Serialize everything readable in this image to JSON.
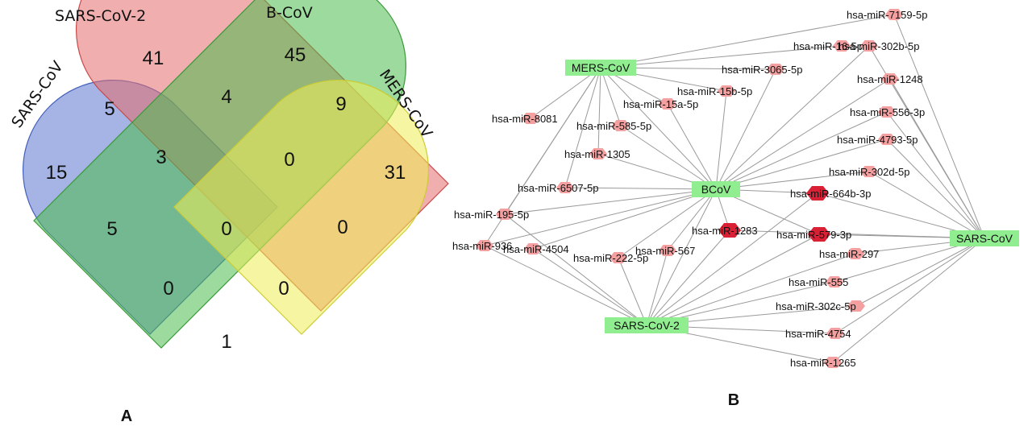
{
  "panel_a": {
    "label": "A",
    "sets": [
      {
        "name": "SARS-CoV",
        "color": "#5b76cf"
      },
      {
        "name": "SARS-CoV-2",
        "color": "#e36b6b"
      },
      {
        "name": "B-CoV",
        "color": "#4dbb4d"
      },
      {
        "name": "MERS-CoV",
        "color": "#efef55"
      }
    ],
    "counts": {
      "sars_only": "15",
      "sars2_only": "41",
      "bcov_only": "45",
      "mers_only": "31",
      "sars_sars2": "5",
      "sars2_bcov": "4",
      "bcov_mers": "9",
      "sars_sars2_bcov": "3",
      "sars2_bcov_mers": "0",
      "sars_bcov": "5",
      "all_four": "0",
      "sars2_mers": "0",
      "sars_bcov_mers": "0",
      "sars_sars2_mers": "0",
      "sars_mers": "1"
    }
  },
  "panel_b": {
    "label": "B",
    "hub_color": "#90ee90",
    "node_color": "#f4a0a0",
    "node_dark_color": "#d92035",
    "hubs": [
      "MERS-CoV",
      "BCoV",
      "SARS-CoV",
      "SARS-CoV-2"
    ],
    "mirnas": [
      "hsa-miR-7159-5p",
      "hsa-miR-16-5p",
      "hsa-miR-302b-5p",
      "hsa-miR-3065-5p",
      "hsa-miR-15b-5p",
      "hsa-miR-1248",
      "hsa-miR-15a-5p",
      "hsa-miR-8081",
      "hsa-miR-585-5p",
      "hsa-miR-556-3p",
      "hsa-miR-4793-5p",
      "hsa-miR-1305",
      "hsa-miR-302d-5p",
      "hsa-miR-6507-5p",
      "hsa-miR-664b-3p",
      "hsa-miR-195-5p",
      "hsa-miR-1283",
      "hsa-miR-579-3p",
      "hsa-miR-936",
      "hsa-miR-4504",
      "hsa-miR-567",
      "hsa-miR-222-5p",
      "hsa-miR-297",
      "hsa-miR-555",
      "hsa-miR-302c-5p",
      "hsa-miR-4754",
      "hsa-miR-1265"
    ],
    "dark_nodes": [
      "hsa-miR-664b-3p",
      "hsa-miR-1283",
      "hsa-miR-579-3p"
    ],
    "edges": [
      [
        "MERS-CoV",
        "hsa-miR-7159-5p"
      ],
      [
        "MERS-CoV",
        "hsa-miR-16-5p"
      ],
      [
        "MERS-CoV",
        "hsa-miR-3065-5p"
      ],
      [
        "MERS-CoV",
        "hsa-miR-15b-5p"
      ],
      [
        "MERS-CoV",
        "hsa-miR-15a-5p"
      ],
      [
        "MERS-CoV",
        "hsa-miR-585-5p"
      ],
      [
        "MERS-CoV",
        "hsa-miR-1305"
      ],
      [
        "MERS-CoV",
        "hsa-miR-8081"
      ],
      [
        "MERS-CoV",
        "hsa-miR-6507-5p"
      ],
      [
        "MERS-CoV",
        "hsa-miR-195-5p"
      ],
      [
        "MERS-CoV",
        "hsa-miR-936"
      ],
      [
        "MERS-CoV",
        "BCoV"
      ],
      [
        "BCoV",
        "hsa-miR-302b-5p"
      ],
      [
        "BCoV",
        "hsa-miR-3065-5p"
      ],
      [
        "BCoV",
        "hsa-miR-15b-5p"
      ],
      [
        "BCoV",
        "hsa-miR-15a-5p"
      ],
      [
        "BCoV",
        "hsa-miR-585-5p"
      ],
      [
        "BCoV",
        "hsa-miR-1305"
      ],
      [
        "BCoV",
        "hsa-miR-6507-5p"
      ],
      [
        "BCoV",
        "hsa-miR-1248"
      ],
      [
        "BCoV",
        "hsa-miR-556-3p"
      ],
      [
        "BCoV",
        "hsa-miR-4793-5p"
      ],
      [
        "BCoV",
        "hsa-miR-302d-5p"
      ],
      [
        "BCoV",
        "hsa-miR-664b-3p"
      ],
      [
        "BCoV",
        "hsa-miR-579-3p"
      ],
      [
        "BCoV",
        "hsa-miR-1283"
      ],
      [
        "BCoV",
        "hsa-miR-195-5p"
      ],
      [
        "BCoV",
        "hsa-miR-936"
      ],
      [
        "BCoV",
        "hsa-miR-4504"
      ],
      [
        "BCoV",
        "hsa-miR-567"
      ],
      [
        "BCoV",
        "hsa-miR-222-5p"
      ],
      [
        "BCoV",
        "SARS-CoV-2"
      ],
      [
        "SARS-CoV",
        "hsa-miR-7159-5p"
      ],
      [
        "SARS-CoV",
        "hsa-miR-302b-5p"
      ],
      [
        "SARS-CoV",
        "hsa-miR-1248"
      ],
      [
        "SARS-CoV",
        "hsa-miR-556-3p"
      ],
      [
        "SARS-CoV",
        "hsa-miR-4793-5p"
      ],
      [
        "SARS-CoV",
        "hsa-miR-302d-5p"
      ],
      [
        "SARS-CoV",
        "hsa-miR-664b-3p"
      ],
      [
        "SARS-CoV",
        "hsa-miR-579-3p"
      ],
      [
        "SARS-CoV",
        "hsa-miR-297"
      ],
      [
        "SARS-CoV",
        "hsa-miR-555"
      ],
      [
        "SARS-CoV",
        "hsa-miR-302c-5p"
      ],
      [
        "SARS-CoV",
        "hsa-miR-4754"
      ],
      [
        "SARS-CoV",
        "hsa-miR-1265"
      ],
      [
        "SARS-CoV",
        "hsa-miR-1283"
      ],
      [
        "SARS-CoV-2",
        "hsa-miR-936"
      ],
      [
        "SARS-CoV-2",
        "hsa-miR-4504"
      ],
      [
        "SARS-CoV-2",
        "hsa-miR-222-5p"
      ],
      [
        "SARS-CoV-2",
        "hsa-miR-567"
      ],
      [
        "SARS-CoV-2",
        "hsa-miR-1283"
      ],
      [
        "SARS-CoV-2",
        "hsa-miR-579-3p"
      ],
      [
        "SARS-CoV-2",
        "hsa-miR-664b-3p"
      ],
      [
        "SARS-CoV-2",
        "hsa-miR-297"
      ],
      [
        "SARS-CoV-2",
        "hsa-miR-555"
      ],
      [
        "SARS-CoV-2",
        "hsa-miR-302c-5p"
      ],
      [
        "SARS-CoV-2",
        "hsa-miR-4754"
      ],
      [
        "SARS-CoV-2",
        "hsa-miR-1265"
      ],
      [
        "SARS-CoV-2",
        "hsa-miR-195-5p"
      ]
    ]
  }
}
